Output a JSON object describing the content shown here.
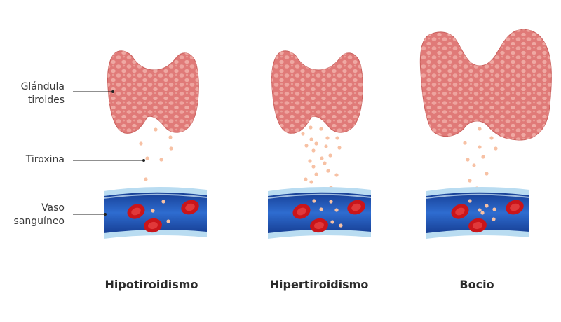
{
  "labels": {
    "gland": [
      "Glándula",
      "tiroides"
    ],
    "thyroxine": "Tiroxina",
    "vessel": [
      "Vaso",
      "sanguíneo"
    ]
  },
  "panels": [
    {
      "caption": "Hipotiroidismo"
    },
    {
      "caption": "Hipertiroidismo"
    },
    {
      "caption": "Bocio"
    }
  ],
  "colors": {
    "gland": "#e07a78",
    "gland_bump": "#efa9a3",
    "gland_outline": "#c9605d",
    "vessel_outer": "#b9dcf1",
    "vessel_inner": "#1f5bb8",
    "vessel_dark": "#173f95",
    "red_cell": "#c9151a",
    "red_cell_core": "#e0393a",
    "thyroxine": "#f7c1a4"
  }
}
